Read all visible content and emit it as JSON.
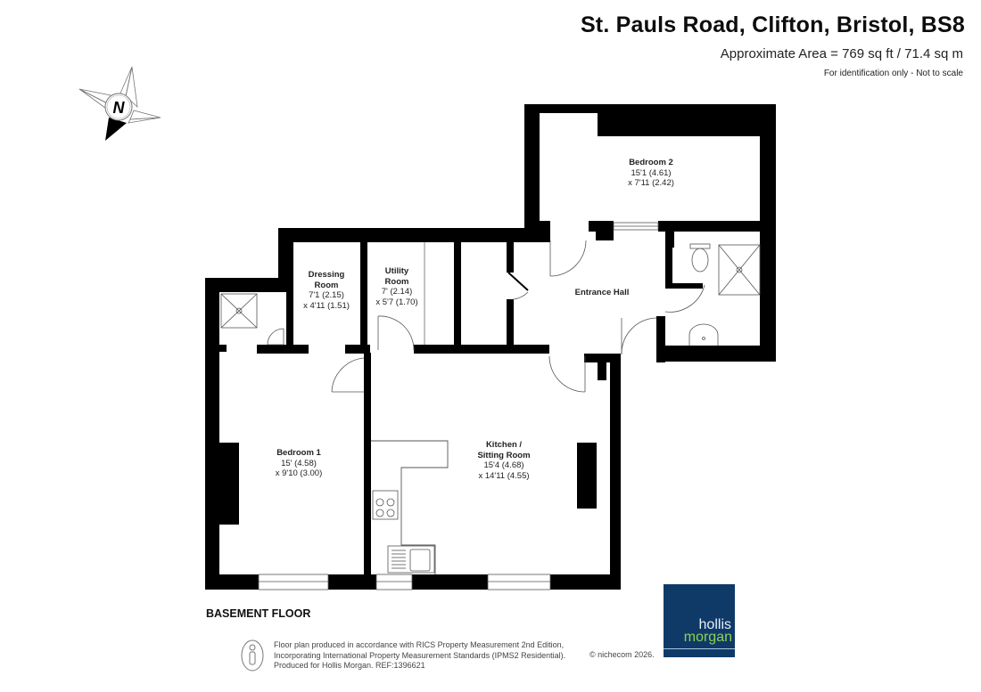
{
  "header": {
    "title": "St. Pauls Road, Clifton, Bristol, BS8",
    "area": "Approximate Area = 769 sq ft / 71.4 sq m",
    "note": "For identification only - Not to scale"
  },
  "compass": {
    "label": "N",
    "icon": "north-arrow-icon"
  },
  "floor": {
    "label": "BASEMENT FLOOR"
  },
  "rooms": [
    {
      "id": "bedroom-2",
      "name": "Bedroom 2",
      "dim1": "15'1 (4.61)",
      "dim2": "x 7'11 (2.42)"
    },
    {
      "id": "dressing-room",
      "name": "Dressing",
      "name2": "Room",
      "dim1": "7'1 (2.15)",
      "dim2": "x 4'11 (1.51)"
    },
    {
      "id": "utility-room",
      "name": "Utility",
      "name2": "Room",
      "dim1": "7' (2.14)",
      "dim2": "x 5'7 (1.70)"
    },
    {
      "id": "entrance-hall",
      "name": "Entrance Hall"
    },
    {
      "id": "bedroom-1",
      "name": "Bedroom 1",
      "dim1": "15' (4.58)",
      "dim2": "x 9'10 (3.00)"
    },
    {
      "id": "kitchen-sitting-room",
      "name": "Kitchen /",
      "name2": "Sitting Room",
      "dim1": "15'4 (4.68)",
      "dim2": "x 14'11 (4.55)"
    }
  ],
  "footer": {
    "line1": "Floor plan produced in accordance with RICS Property Measurement 2nd Edition,",
    "line2": "Incorporating International Property Measurement Standards (IPMS2 Residential).",
    "line3": "Produced for Hollis Morgan.    REF:1396621",
    "copyright": "© nichecom 2026."
  },
  "logo": {
    "line1": "hollis",
    "line2": "morgan",
    "bg": "#0f3a68",
    "accent": "#8fd14f"
  },
  "colors": {
    "wall": "#000000",
    "fixture_stroke": "#555555"
  }
}
